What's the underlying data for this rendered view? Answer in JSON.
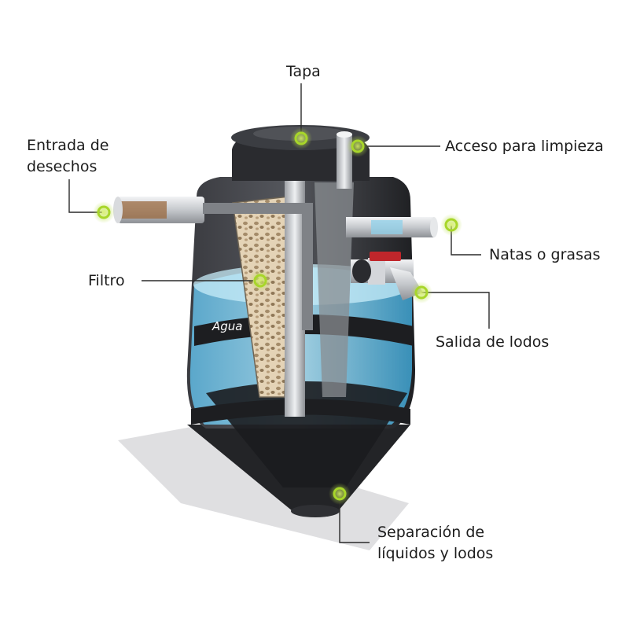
{
  "tank": {
    "water_label": "Agua",
    "colors": {
      "body": "#2b2c30",
      "body_light": "#4a4c52",
      "water": "#7ecbe8",
      "water_dark": "#2f8fbf",
      "pipe": "#c9ccd0",
      "filter": "#d9c6a8",
      "callout_ring": "#a8d62a",
      "valve": "#c0262b"
    }
  },
  "labels": {
    "tapa": "Tapa",
    "acceso": "Acceso para limpieza",
    "entrada_1": "Entrada de",
    "entrada_2": "desechos",
    "natas": "Natas o grasas",
    "filtro": "Filtro",
    "salida": "Salida de lodos",
    "separacion_1": "Separación de",
    "separacion_2": "líquidos y lodos"
  }
}
